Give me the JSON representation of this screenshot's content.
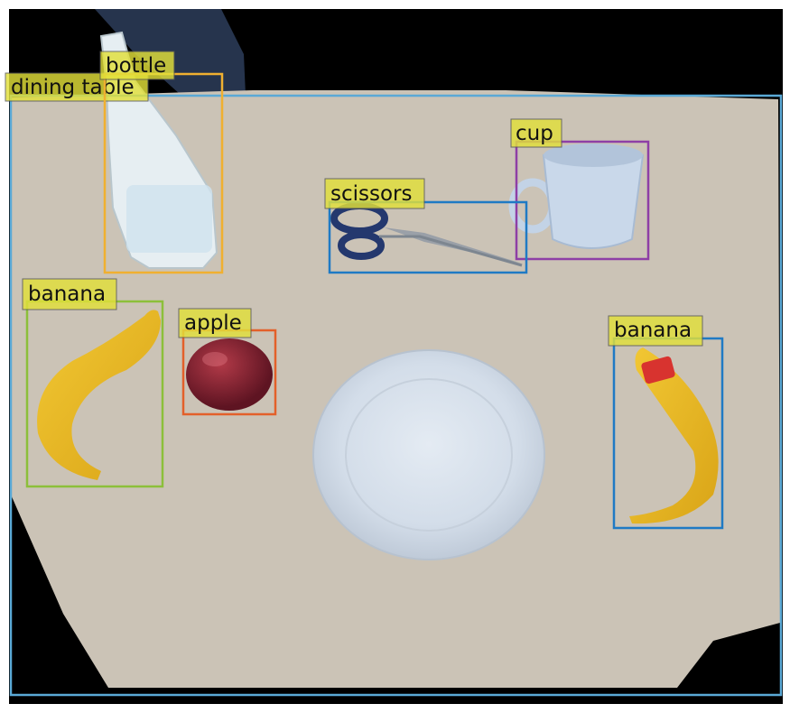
{
  "image": {
    "description_colors": {
      "background": "#000000",
      "table_surface": "#c9c1b4",
      "label_fill": "#e2e03a"
    }
  },
  "detections": [
    {
      "label": "dining table",
      "color": "#5aa9d6"
    },
    {
      "label": "bottle",
      "color": "#f0b030"
    },
    {
      "label": "cup",
      "color": "#8e3fa6"
    },
    {
      "label": "scissors",
      "color": "#1f7ac4"
    },
    {
      "label": "banana",
      "color": "#8cbf3a"
    },
    {
      "label": "apple",
      "color": "#e3602a"
    },
    {
      "label": "banana",
      "color": "#1f7ac4"
    }
  ]
}
